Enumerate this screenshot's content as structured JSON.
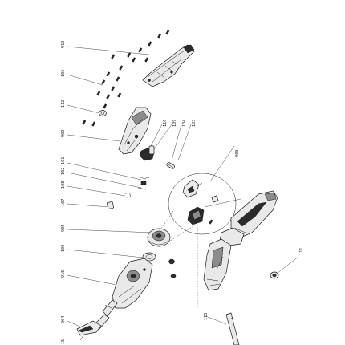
{
  "labels": {
    "top_left": "919",
    "screws": "106",
    "nut": "112",
    "housing_left": "909",
    "c1": "110",
    "c2": "109",
    "c3": "104",
    "c4": "103",
    "callout": "903",
    "l1": "101",
    "l2": "102",
    "l3": "108",
    "l4": "107",
    "l5": "905",
    "l6": "100",
    "l7": "915",
    "l8": "904",
    "l9": "15",
    "r1": "111",
    "r2": "113"
  }
}
